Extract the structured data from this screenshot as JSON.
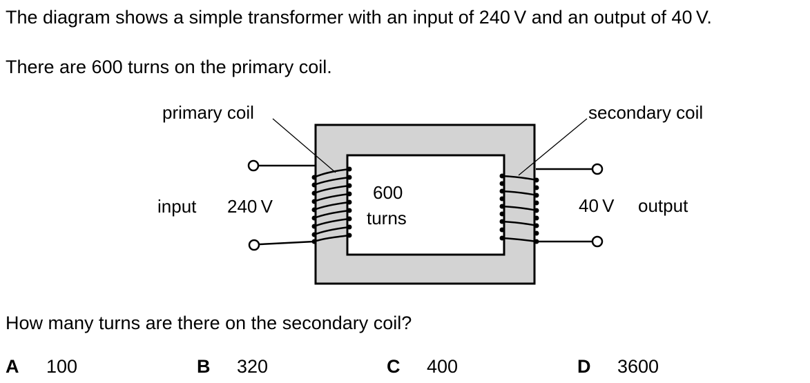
{
  "question": {
    "intro": "The diagram shows a simple transformer with an input of 240 V and an output of 40 V.",
    "primary_info": "There are 600 turns on the primary coil.",
    "prompt": "How many turns are there on the secondary coil?"
  },
  "diagram": {
    "label_primary_coil": "primary coil",
    "label_secondary_coil": "secondary coil",
    "label_input": "input",
    "label_input_voltage": "240 V",
    "label_output_voltage": "40 V",
    "label_output": "output",
    "label_turns_number": "600",
    "label_turns_word": "turns",
    "colors": {
      "core_fill": "#d3d3d3",
      "window_fill": "#ffffff",
      "stroke": "#000000"
    }
  },
  "options": [
    {
      "letter": "A",
      "value": "100"
    },
    {
      "letter": "B",
      "value": "320"
    },
    {
      "letter": "C",
      "value": "400"
    },
    {
      "letter": "D",
      "value": "3600"
    }
  ]
}
